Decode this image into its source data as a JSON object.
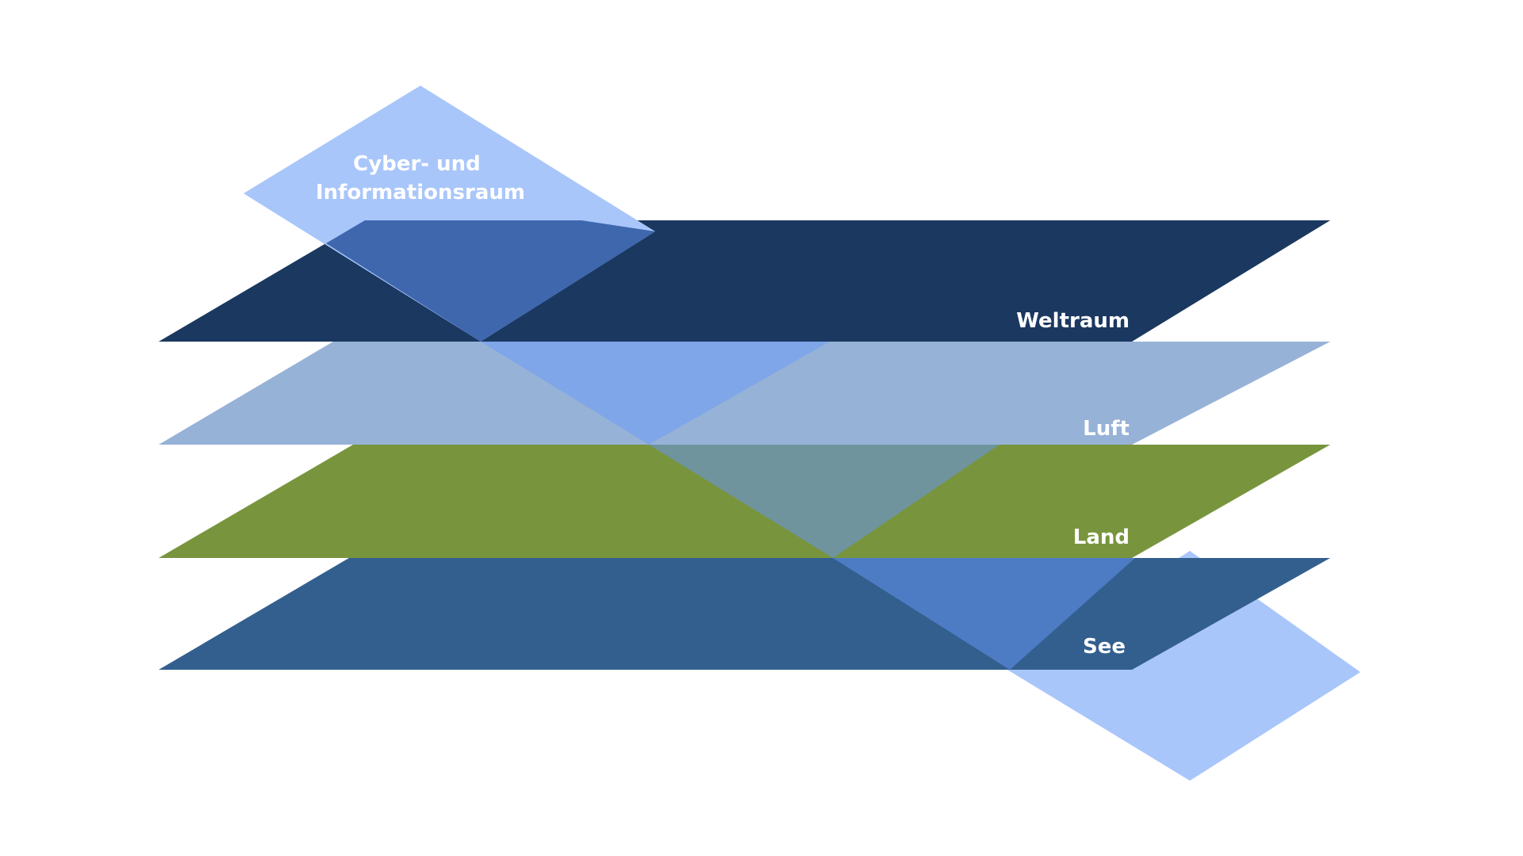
{
  "diagram": {
    "domains": [
      {
        "id": "weltraum",
        "label": "Weltraum",
        "color": "#1b3860"
      },
      {
        "id": "luft",
        "label": "Luft",
        "color": "#97b2d7"
      },
      {
        "id": "land",
        "label": "Land",
        "color": "#78953d"
      },
      {
        "id": "see",
        "label": "See",
        "color": "#335f8e"
      }
    ],
    "cyber": {
      "label_line1": "Cyber- und",
      "label_line2": "Informationsraum",
      "color": "#a9c6fb"
    },
    "overlap_colors": {
      "weltraum": "#3f67ae",
      "luft": "#7fa6e8",
      "land": "#6f949e",
      "see": "#4d7cc5"
    }
  }
}
